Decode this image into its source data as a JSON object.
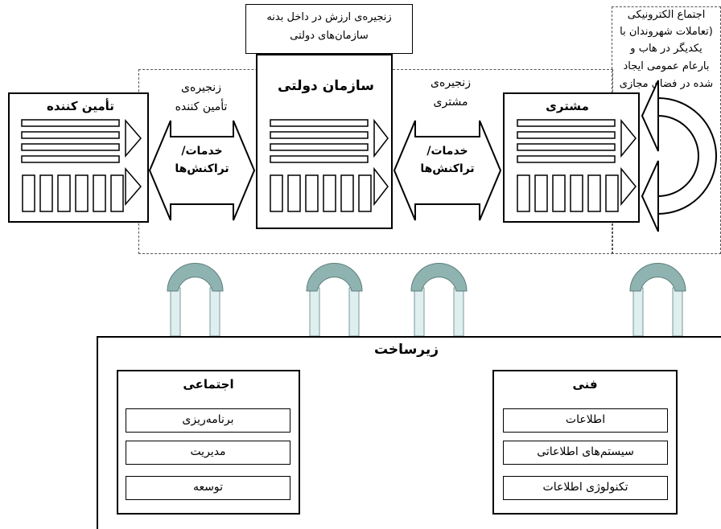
{
  "value_chain_note": {
    "line1": "زنجیره‌ی ارزش در داخل بدنه",
    "line2": "سازمان‌های دولتی"
  },
  "supplier": {
    "title": "تأمین کننده"
  },
  "government": {
    "title": "سازمان دولتی"
  },
  "customer": {
    "title": "مشتری"
  },
  "supply_chain": {
    "line1": "زنجیره‌ی",
    "line2": "تأمین کننده"
  },
  "customer_chain": {
    "line1": "زنجیره‌ی",
    "line2": "مشتری"
  },
  "arrow_left": {
    "line1": "خدمات/",
    "line2": "تراکنش‌ها"
  },
  "arrow_right": {
    "line1": "خدمات/",
    "line2": "تراکنش‌ها"
  },
  "e_community": {
    "line1": "اجتماع الکترونیکی",
    "line2": "(تعاملات شهروندان با",
    "line3": "یکدیگر در هاب و",
    "line4": "بارعام عمومی ایجاد",
    "line5": "شده در فضای مجازی"
  },
  "infrastructure": {
    "title": "زیرساخت",
    "social": {
      "title": "اجتماعی",
      "items": [
        "برنامه‌ریزی",
        "مدیریت",
        "توسعه"
      ]
    },
    "technical": {
      "title": "فنی",
      "items": [
        "اطلاعات",
        "سیستم‌های اطلاعاتی",
        "تکنولوژی اطلاعات"
      ]
    }
  }
}
